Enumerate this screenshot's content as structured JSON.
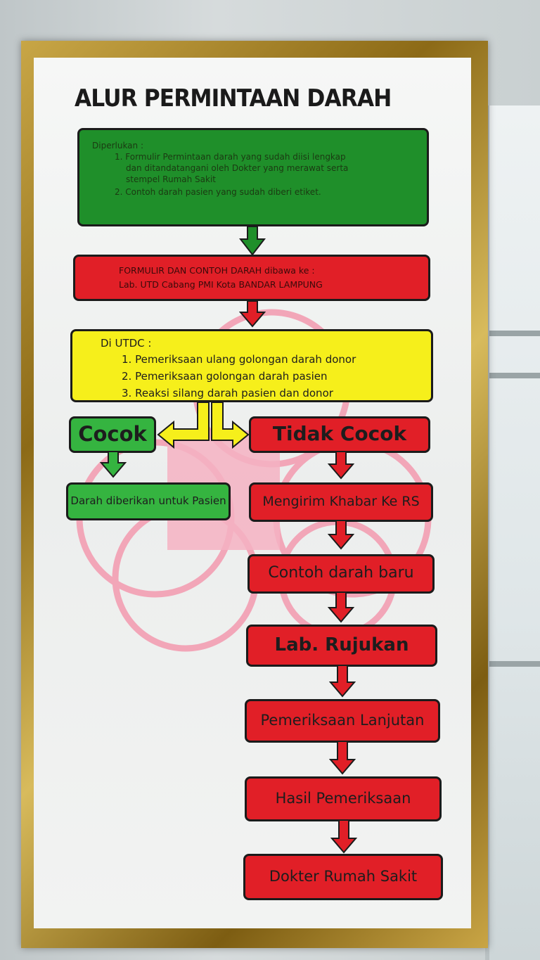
{
  "title": "ALUR PERMINTAAN DARAH",
  "requirements": {
    "heading": "Diperlukan :",
    "items": [
      "1. Formulir Permintaan darah yang sudah diisi lengkap",
      "dan ditandatangani oleh Dokter yang merawat serta",
      "stempel Rumah Sakit",
      "2. Contoh darah pasien yang sudah diberi etiket."
    ]
  },
  "delivery": {
    "line1": "FORMULIR DAN CONTOH DARAH dibawa ke :",
    "line2": "Lab. UTD Cabang PMI Kota BANDAR LAMPUNG"
  },
  "utdc": {
    "heading": "Di UTDC :",
    "items": [
      "1. Pemeriksaan ulang golongan darah donor",
      "2. Pemeriksaan golongan darah pasien",
      "3. Reaksi silang darah pasien dan donor"
    ]
  },
  "match": {
    "label": "Cocok",
    "result": "Darah diberikan untuk Pasien"
  },
  "nomatch": {
    "label": "Tidak Cocok",
    "steps": [
      "Mengirim Khabar Ke RS",
      "Contoh darah baru",
      "Lab. Rujukan",
      "Pemeriksaan Lanjutan",
      "Hasil Pemeriksaan",
      "Dokter Rumah Sakit"
    ]
  },
  "colors": {
    "green": "#1f8f2a",
    "light_green": "#35b440",
    "red": "#e11f27",
    "yellow": "#f6ef1b",
    "pink_symbol": "#f2a6b8"
  }
}
